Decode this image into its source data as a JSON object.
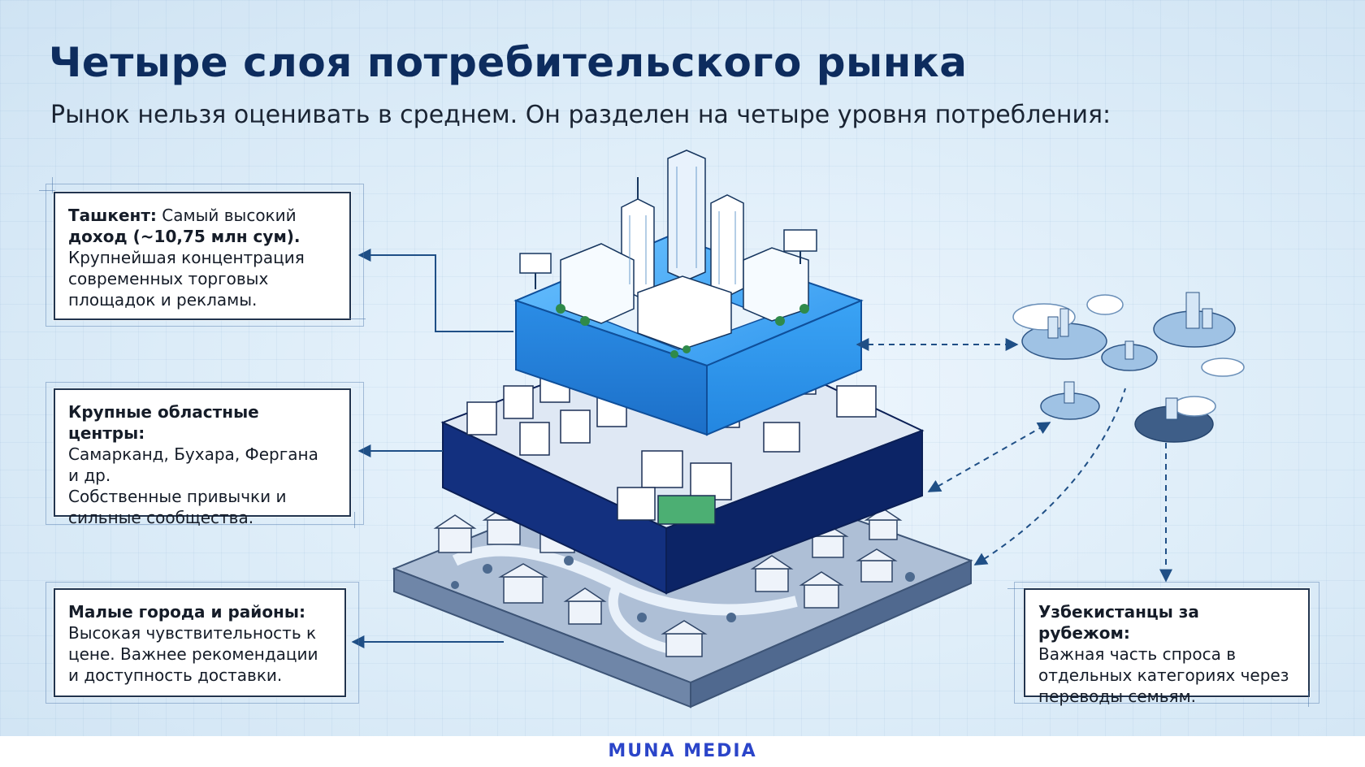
{
  "title": "Четыре слоя потребительского рынка",
  "subtitle": "Рынок нельзя оценивать в среднем. Он разделен на четыре уровня потребления:",
  "cards": {
    "tashkent": {
      "heading": "Ташкент:",
      "lead": " Самый высокий",
      "income": "доход (~10,75 млн сум).",
      "lines": [
        "Крупнейшая концентрация",
        "современных торговых",
        "площадок и рекламы."
      ]
    },
    "regional": {
      "heading": "Крупные областные центры:",
      "lines": [
        "Самарканд, Бухара, Фергана",
        "и др.",
        "Собственные привычки и",
        "сильные сообщества."
      ]
    },
    "small": {
      "heading": "Малые города и районы:",
      "lines": [
        "Высокая чувствительность к",
        "цене. Важнее рекомендации",
        "и доступность доставки."
      ]
    },
    "abroad": {
      "heading": "Узбекистанцы за рубежом:",
      "lines": [
        "Важная часть спроса в",
        "отдельных категориях через",
        "переводы семьям."
      ]
    }
  },
  "footer": {
    "brand": "MUNA MEDIA"
  },
  "colors": {
    "title": "#0d2c5e",
    "layer_top": "#1e88e5",
    "layer_mid": "#0f2a7a",
    "layer_base": "#5b7396",
    "arrow": "#1f4f86",
    "brand": "#2b45c9"
  }
}
